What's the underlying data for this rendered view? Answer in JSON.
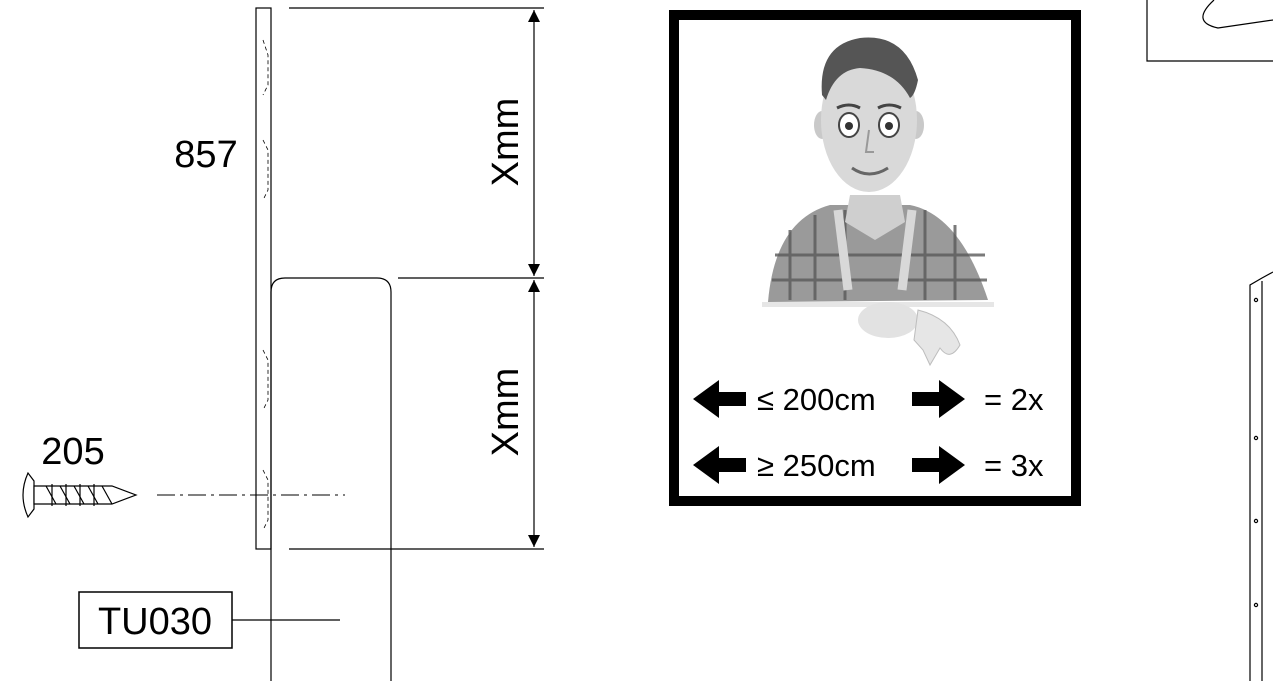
{
  "labels": {
    "part_857": "857",
    "screw_205": "205",
    "dim_top": "Xmm",
    "dim_bottom": "Xmm",
    "post_code": "TU030"
  },
  "rule_panel": {
    "row1_text": "≤ 200cm",
    "row1_result": "= 2x",
    "row2_text": "≥ 250cm",
    "row2_result": "= 3x"
  },
  "icons": [
    "screw-icon",
    "left-arrow-icon",
    "right-arrow-icon",
    "worker-illustration"
  ]
}
